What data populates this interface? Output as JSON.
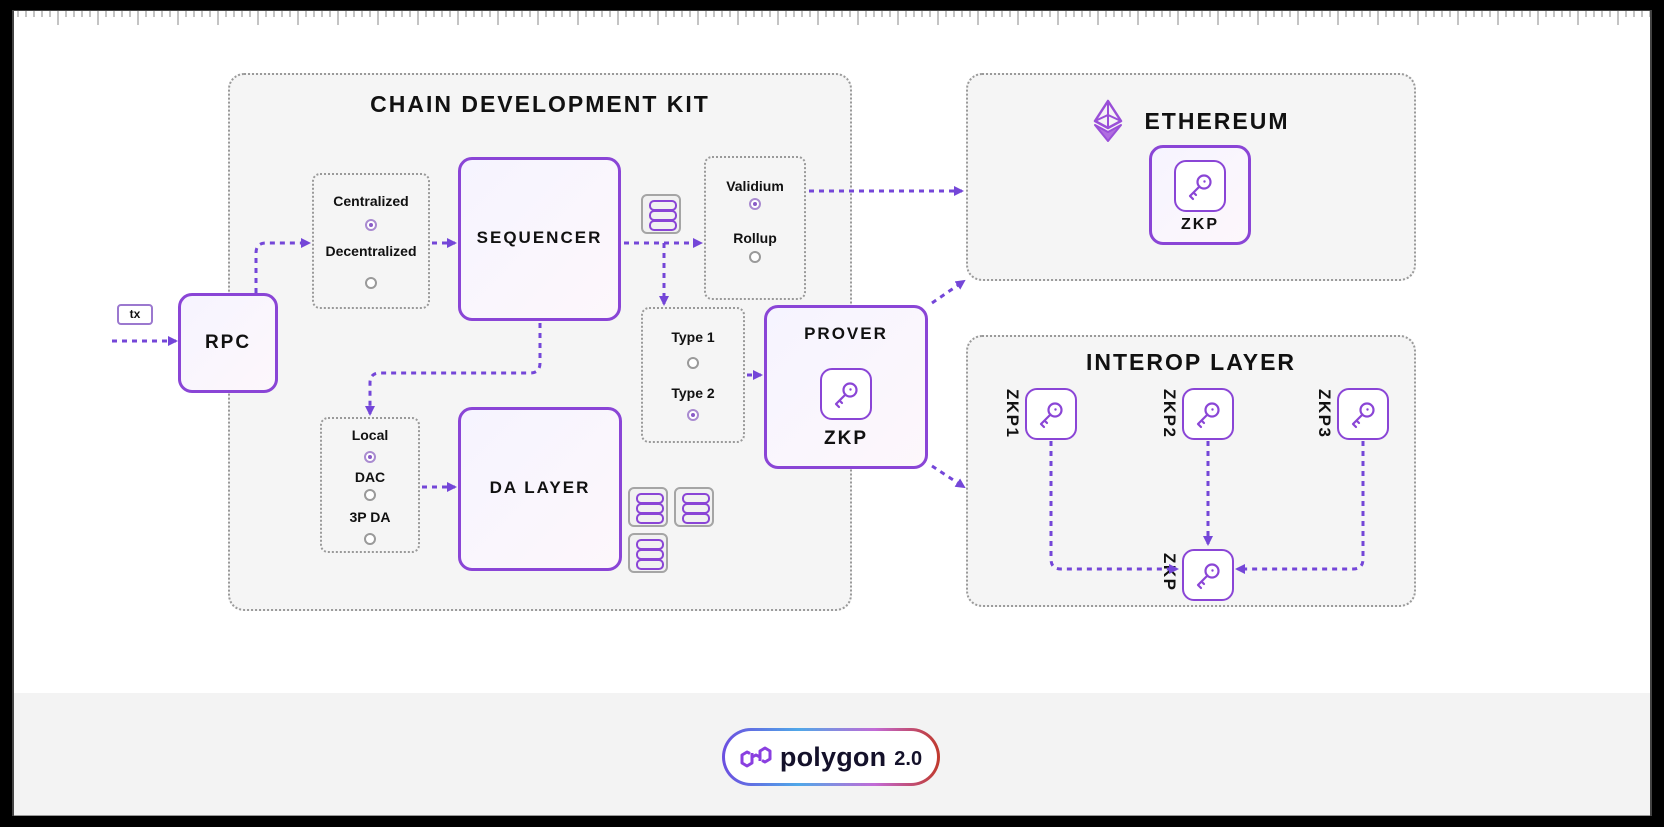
{
  "diagram": {
    "input": {
      "tx_label": "tx"
    },
    "rpc": {
      "label": "RPC"
    },
    "cdk": {
      "title": "CHAIN DEVELOPMENT KIT",
      "sequencer_options": [
        {
          "label": "Centralized",
          "selected": true
        },
        {
          "label": "Decentralized",
          "selected": false
        }
      ],
      "sequencer": {
        "label": "SEQUENCER"
      },
      "mode_options": [
        {
          "label": "Validium",
          "selected": true
        },
        {
          "label": "Rollup",
          "selected": false
        }
      ],
      "prover_type_options": [
        {
          "label": "Type 1",
          "selected": false
        },
        {
          "label": "Type 2",
          "selected": true
        }
      ],
      "da_options": [
        {
          "label": "Local",
          "selected": true
        },
        {
          "label": "DAC",
          "selected": false
        },
        {
          "label": "3P DA",
          "selected": false
        }
      ],
      "da_layer": {
        "label": "DA LAYER"
      }
    },
    "prover": {
      "label": "PROVER",
      "proof_label": "ZKP"
    },
    "ethereum": {
      "title": "ETHEREUM",
      "proof_label": "ZKP",
      "icon": "ethereum-icon"
    },
    "interop": {
      "title": "INTEROP LAYER",
      "proofs": [
        "ZKP1",
        "ZKP2",
        "ZKP3"
      ],
      "aggregate_label": "ZKP"
    }
  },
  "footer": {
    "brand": "polygon",
    "version": "2.0"
  },
  "colors": {
    "accent": "#8a45d6",
    "arrow": "#7446d8",
    "dotted_border": "#9a9a9a",
    "panel": "#f5f5f5"
  }
}
